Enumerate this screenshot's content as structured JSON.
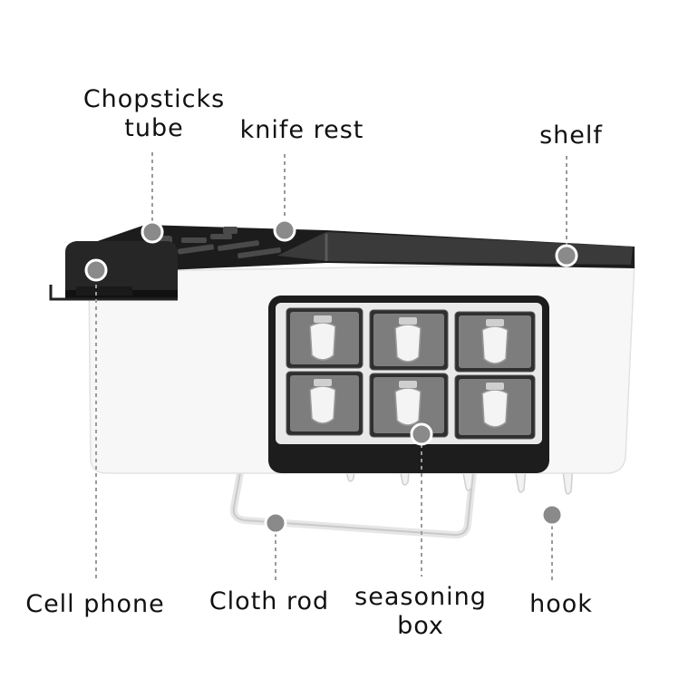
{
  "labels": {
    "chopsticks_tube": [
      "Chopsticks",
      "tube"
    ],
    "knife_rest": [
      "knife rest"
    ],
    "shelf": [
      "shelf"
    ],
    "cell_phone": [
      "Cell phone"
    ],
    "cloth_rod": [
      "Cloth rod"
    ],
    "seasoning_box": [
      "seasoning",
      "box"
    ],
    "hook": [
      "hook"
    ]
  },
  "colors": {
    "body": "#f7f7f7",
    "trim": "#1c1c1c",
    "marker": "#8a8a8a",
    "leader": "#9a9a9a",
    "label_text": "#111111"
  }
}
